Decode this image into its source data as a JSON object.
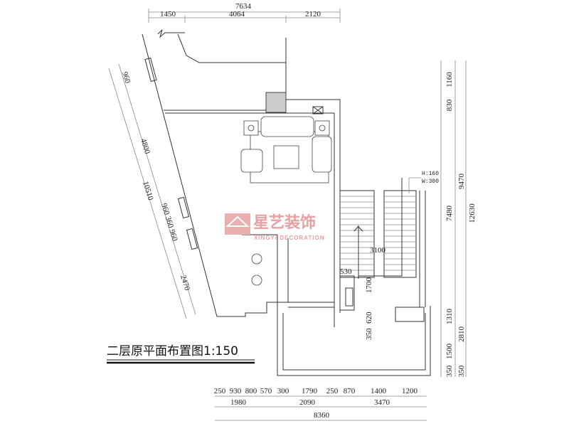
{
  "drawing": {
    "title": "二层原平面布置图1:150",
    "logo": {
      "name_cn": "星艺装饰",
      "name_en": "XINGYI DECORATION"
    },
    "stair_note": {
      "height": "H:160",
      "width": "W:300"
    },
    "stair_length": "3100",
    "closet_width": "530",
    "stair_landing": "1700",
    "stair_gap": "620",
    "stair_offset": "350"
  },
  "dimensions": {
    "top": {
      "total": "7634",
      "segments": [
        "1450",
        "4064",
        "2120"
      ]
    },
    "bottom": {
      "row1": [
        "250",
        "930",
        "800",
        "570",
        "300",
        "1790",
        "250",
        "870",
        "1400",
        "1200"
      ],
      "row2": [
        "1980",
        "2090",
        "3470"
      ],
      "total": "8360"
    },
    "right": {
      "col1": [
        "1160",
        "830",
        "7480",
        "1310",
        "1500",
        "350"
      ],
      "col2": [
        "9470",
        "2810",
        "350"
      ],
      "total": "12630"
    },
    "left": {
      "col1": [
        "960",
        "4800",
        "960 360 960",
        "2470"
      ],
      "total": "10510"
    }
  }
}
